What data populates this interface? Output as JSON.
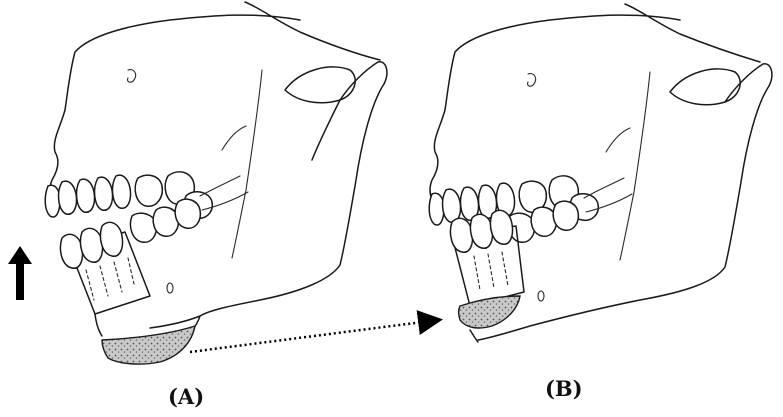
{
  "figure": {
    "panels": [
      {
        "id": "A",
        "caption": "(A)"
      },
      {
        "id": "B",
        "caption": "(B)"
      }
    ],
    "colors": {
      "ink": "#1a1a1a",
      "graft_stipple": "#9a9a9a",
      "arrow": "#000000"
    },
    "icons": {
      "upward_movement": "up-arrow-icon",
      "transfer": "dotted-arrow-icon"
    }
  }
}
